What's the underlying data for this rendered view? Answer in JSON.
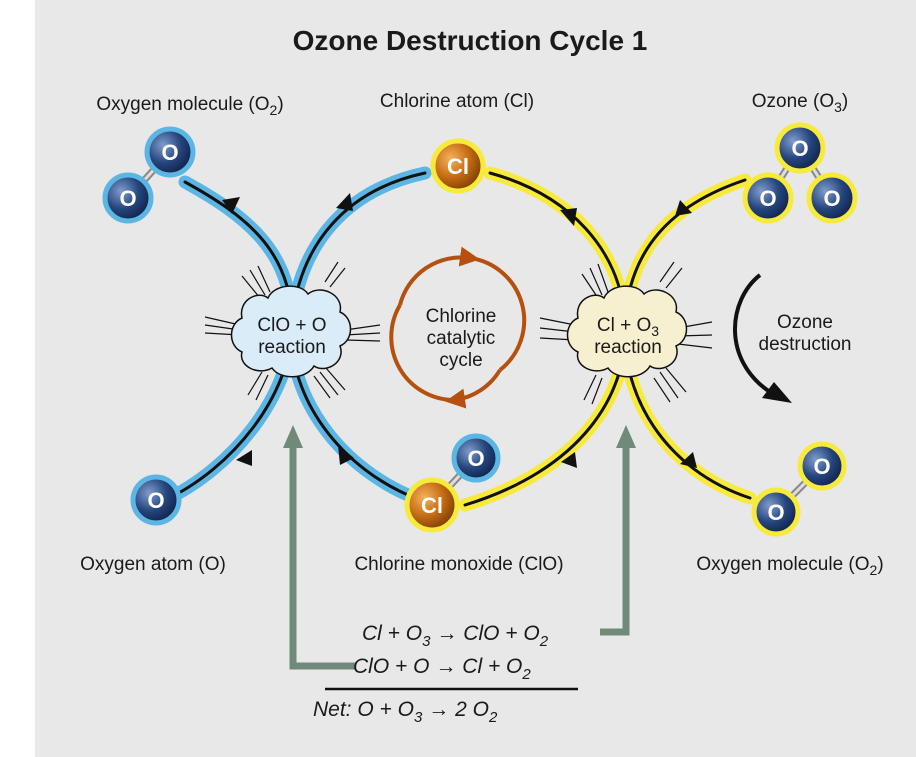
{
  "title": "Ozone Destruction Cycle 1",
  "labels": {
    "oxygen_molecule_top": {
      "text": "Oxygen molecule (O",
      "sub": "2",
      "tail": ")"
    },
    "chlorine_atom": "Chlorine atom (Cl)",
    "ozone": {
      "text": "Ozone (O",
      "sub": "3",
      "tail": ")"
    },
    "oxygen_atom": "Oxygen atom  (O)",
    "chlorine_monoxide": "Chlorine monoxide (ClO)",
    "oxygen_molecule_bottom": {
      "text": "Oxygen molecule (O",
      "sub": "2",
      "tail": ")"
    }
  },
  "atoms": {
    "oxygen": "O",
    "chlorine": "Cl"
  },
  "reactions": {
    "clo_o": {
      "line1": "ClO + O",
      "line2": "reaction"
    },
    "cl_o3": {
      "line1": "Cl + O",
      "line1_sub": "3",
      "line2": "reaction"
    }
  },
  "cycle_labels": {
    "chlorine_cycle": [
      "Chlorine",
      "catalytic",
      "cycle"
    ],
    "ozone_destruction": [
      "Ozone",
      "destruction"
    ]
  },
  "equations": {
    "eq1": {
      "a": "Cl + O",
      "a_sub": "3",
      "b": "ClO + O",
      "b_sub": "2"
    },
    "eq2": {
      "a": "ClO + O",
      "b": "Cl + O",
      "b_sub": "2"
    },
    "net": {
      "a": "Net: O + O",
      "a_sub": "3",
      "b": "2 O",
      "b_sub": "2"
    }
  },
  "colors": {
    "background_panel": "#e8e8e8",
    "blue_track": "#5bb6e4",
    "yellow_track": "#f7ea3a",
    "oxygen_atom": "#1f3a6e",
    "chlorine_atom": "#c46a12",
    "cycle_arrow": "#b5500f",
    "feed_arrow": "#6f8a78",
    "cloud_blue": "#d9ecf7",
    "cloud_yellow": "#f7f0d0"
  }
}
